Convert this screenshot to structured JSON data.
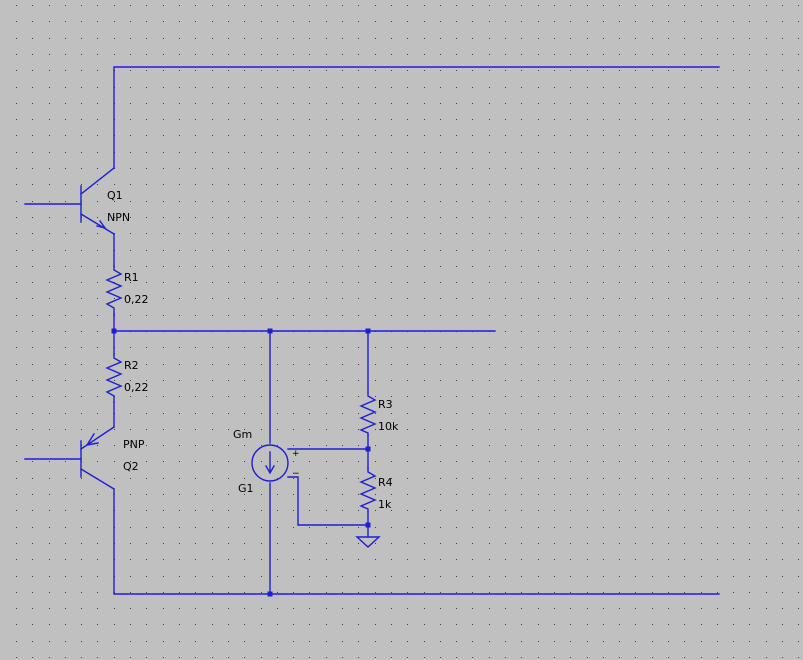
{
  "components": {
    "q1": {
      "name": "Q1",
      "model": "NPN"
    },
    "q2": {
      "name": "Q2",
      "model": "PNP"
    },
    "r1": {
      "name": "R1",
      "value": "0,22"
    },
    "r2": {
      "name": "R2",
      "value": "0,22"
    },
    "r3": {
      "name": "R3",
      "value": "10k"
    },
    "r4": {
      "name": "R4",
      "value": "1k"
    },
    "g1": {
      "name": "G1",
      "value": "Gm",
      "plus": "+",
      "minus": "−"
    }
  },
  "colors": {
    "background": "#c0c0c0",
    "grid_dot": "#404040",
    "wire": "#1e1ed8",
    "text": "#000000"
  }
}
